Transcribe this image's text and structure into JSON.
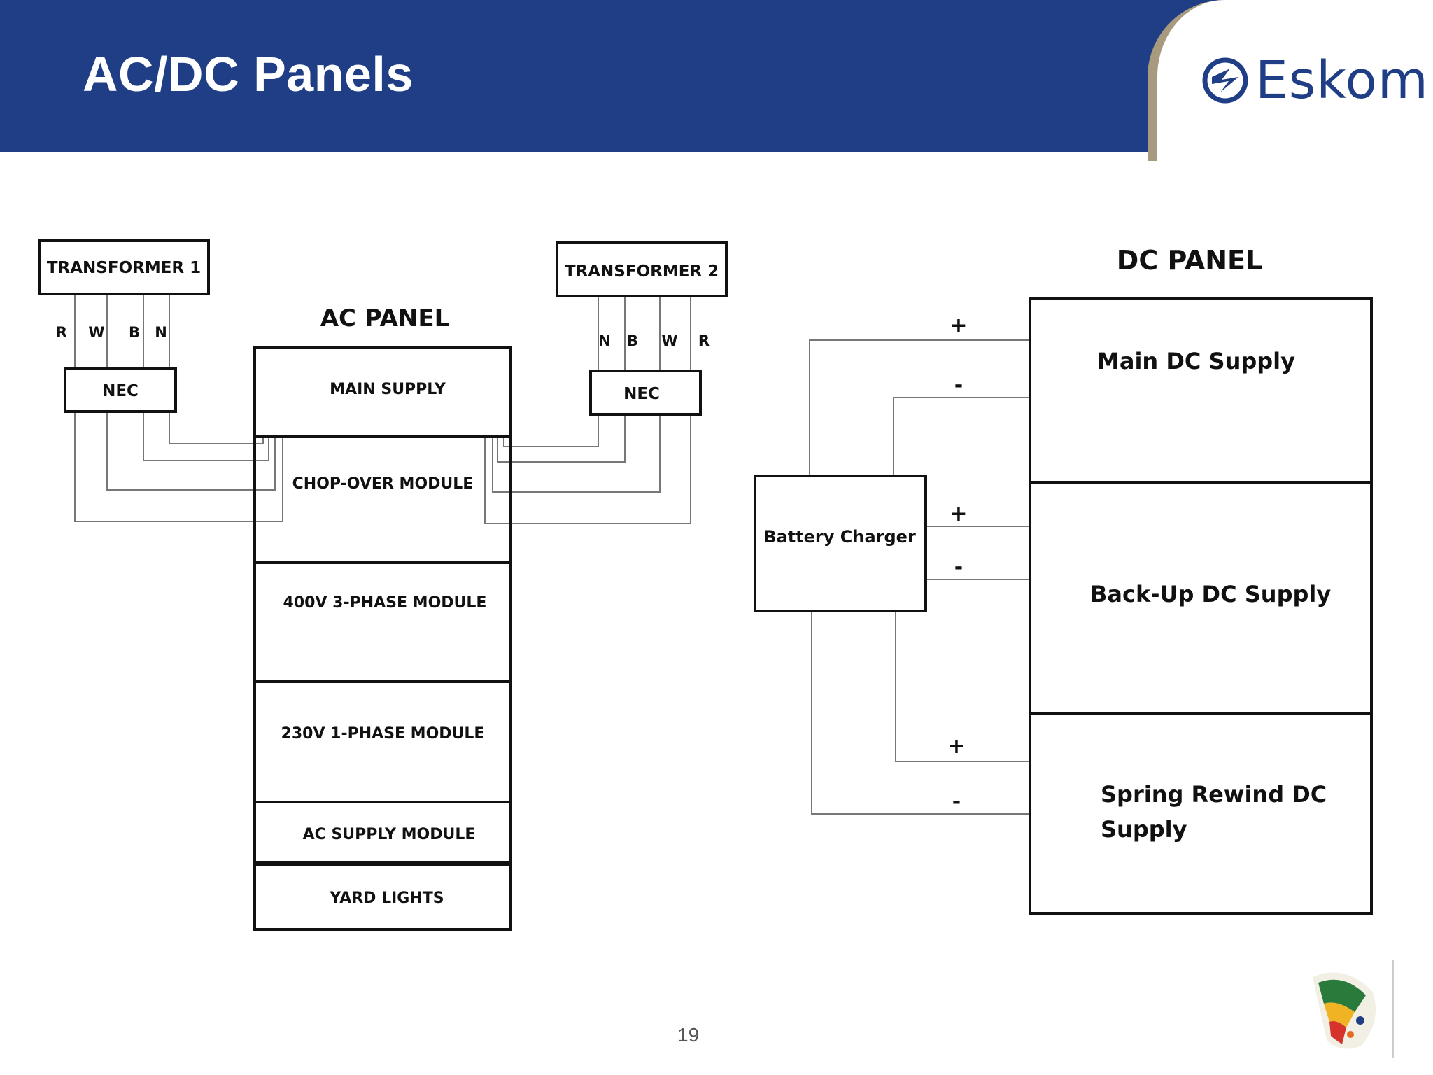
{
  "slide": {
    "title": "AC/DC Panels",
    "page_number": "19",
    "brand": {
      "name": "Eskom",
      "color": "#1f3e86",
      "accent": "#a89a7e"
    },
    "footer_badge": "20-years-anniversary-badge"
  },
  "ac_side": {
    "transformer1": {
      "label": "TRANSFORMER 1",
      "phases": [
        "R",
        "W",
        "B",
        "N"
      ],
      "nec": "NEC"
    },
    "transformer2": {
      "label": "TRANSFORMER 2",
      "phases": [
        "N",
        "B",
        "W",
        "R"
      ],
      "nec": "NEC"
    },
    "panel_title": "AC PANEL",
    "modules": [
      "MAIN SUPPLY",
      "CHOP-OVER MODULE",
      "400V 3-PHASE MODULE",
      "230V 1-PHASE MODULE",
      "AC SUPPLY MODULE",
      "YARD LIGHTS"
    ]
  },
  "dc_side": {
    "panel_title": "DC PANEL",
    "charger": "Battery Charger",
    "supplies": [
      "Main DC Supply",
      "Back-Up DC Supply",
      "Spring Rewind DC",
      "Supply"
    ],
    "polarity": {
      "plus": "+",
      "minus": "-"
    }
  }
}
